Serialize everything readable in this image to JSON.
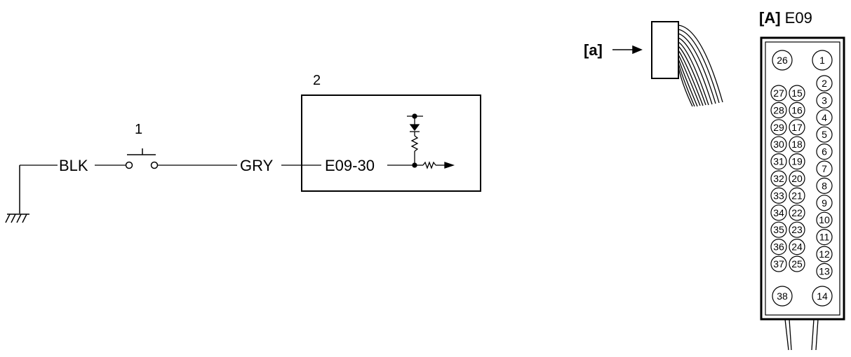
{
  "circuit": {
    "ground_wire_label": "BLK",
    "switch_label": "1",
    "output_wire_label": "GRY",
    "module_label": "2",
    "terminal_label": "E09-30"
  },
  "connector_view": {
    "view_marker": "[a]",
    "connector_marker": "[A]",
    "connector_id": "E09",
    "left_col_top": "26",
    "left_col_bottom": "38",
    "mid_left_column": [
      "27",
      "28",
      "29",
      "30",
      "31",
      "32",
      "33",
      "34",
      "35",
      "36",
      "37"
    ],
    "mid_right_column": [
      "15",
      "16",
      "17",
      "18",
      "19",
      "20",
      "21",
      "22",
      "23",
      "24",
      "25"
    ],
    "right_column": [
      "1",
      "2",
      "3",
      "4",
      "5",
      "6",
      "7",
      "8",
      "9",
      "10",
      "11",
      "12",
      "13",
      "14"
    ]
  },
  "colors": {
    "line": "#000000",
    "background": "#ffffff"
  }
}
